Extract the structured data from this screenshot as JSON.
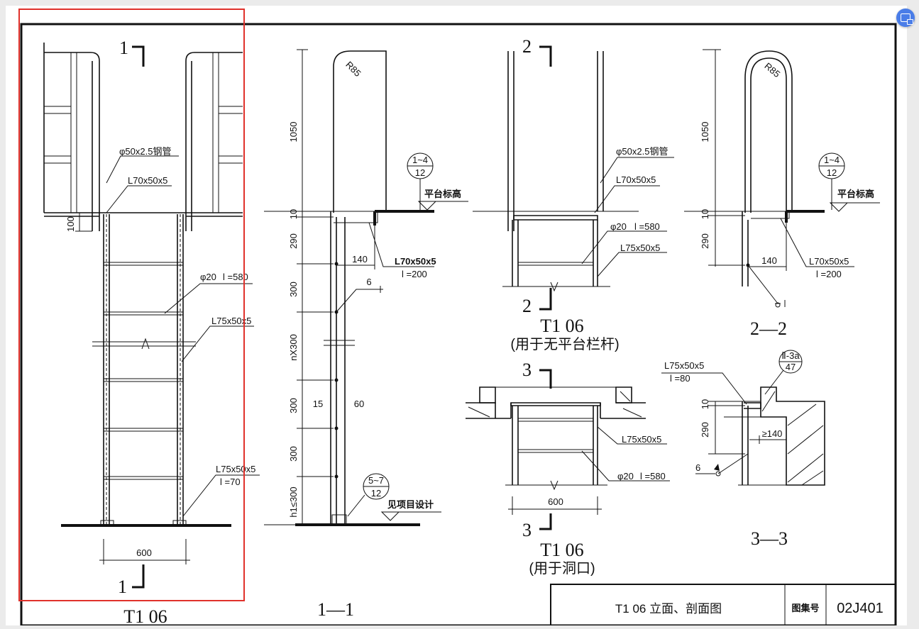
{
  "annotation": {
    "color": "#e0312b"
  },
  "view_elevation": {
    "caption": "T1 06",
    "section_mark_top": "1",
    "section_mark_bottom": "1",
    "label_pipe": "φ50x2.5钢管",
    "label_angle_top": "L70x50x5",
    "dim_100": "100",
    "label_rung": "φ20",
    "label_rung_len": "l =580",
    "label_rail": "L75x50x5",
    "label_foot": "L75x50x5",
    "label_foot_len": "l =70",
    "dim_width": "600"
  },
  "view_section_1": {
    "caption": "1—1",
    "dim_1050": "1050",
    "dim_10": "10",
    "dim_290": "290",
    "dim_300a": "300",
    "dim_nx300": "nX300",
    "dim_300b": "300",
    "dim_300c": "300",
    "dim_h1": "h1≤300",
    "dim_140": "140",
    "dim_15": "15",
    "dim_60": "60",
    "dim_6": "6",
    "radius": "R85",
    "ref_top": "1~4",
    "ref_top_page": "12",
    "ref_bottom": "5~7",
    "ref_bottom_page": "12",
    "label_platform": "平台标高",
    "label_angle": "L70x50x5",
    "label_angle_len": "l =200",
    "label_see_project": "见项目设计"
  },
  "view_no_rail": {
    "caption_code": "T1  06",
    "caption_note": "(用于无平台栏杆)",
    "section_mark_top": "2",
    "section_mark_bottom": "2",
    "label_pipe": "φ50x2.5钢管",
    "label_angle": "L70x50x5",
    "label_rung": "φ20",
    "label_rung_len": "l =580",
    "label_rail": "L75x50x5"
  },
  "view_section_2": {
    "caption": "2—2",
    "dim_1050": "1050",
    "dim_10": "10",
    "dim_290": "290",
    "dim_140": "140",
    "radius": "R85",
    "ref_top": "1~4",
    "ref_top_page": "12",
    "label_platform": "平台标高",
    "label_angle": "L70x50x5",
    "label_angle_len": "l =200"
  },
  "view_opening": {
    "caption_code": "T1  06",
    "caption_note": "(用于洞口)",
    "section_mark_top": "3",
    "section_mark_bottom": "3",
    "label_rail": "L75x50x5",
    "label_rung": "φ20",
    "label_rung_len": "l =580",
    "dim_width": "600"
  },
  "view_section_3": {
    "caption": "3—3",
    "label_angle": "L75x50x5",
    "label_angle_len": "l =80",
    "ref": "Ⅱ-3a",
    "ref_page": "47",
    "dim_10": "10",
    "dim_290": "290",
    "dim_140": "≥140",
    "dim_6": "6"
  },
  "title_block": {
    "title": "T1 06   立面、剖面图",
    "atlas_label": "图集号",
    "atlas_number": "02J401"
  }
}
